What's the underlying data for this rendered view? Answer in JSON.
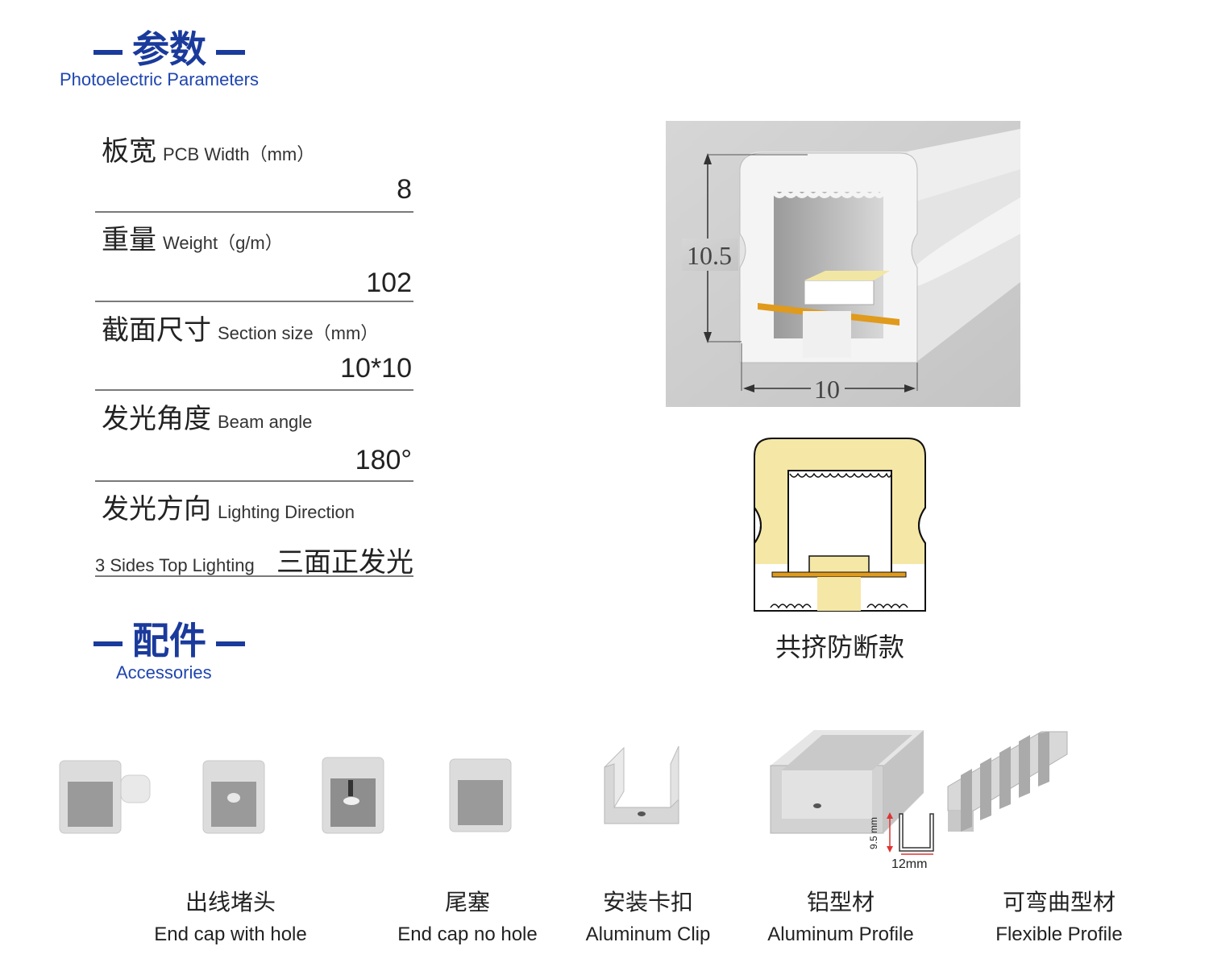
{
  "params_header": {
    "title": "参数",
    "subtitle": "Photoelectric Parameters"
  },
  "params": [
    {
      "cn": "板宽",
      "en": "PCB Width（mm）",
      "value": "8"
    },
    {
      "cn": "重量",
      "en": "Weight（g/m）",
      "value": "102"
    },
    {
      "cn": "截面尺寸",
      "en": "Section size（mm）",
      "value": "10*10"
    },
    {
      "cn": "发光角度",
      "en": "Beam angle",
      "value": "180°"
    },
    {
      "cn": "发光方向",
      "en": "Lighting Direction",
      "value_en": "3 Sides Top Lighting",
      "value_cn": "三面正发光"
    }
  ],
  "section_drawing": {
    "height_label": "10.5",
    "width_label": "10"
  },
  "coextrusion": {
    "caption": "共挤防断款"
  },
  "accessories_header": {
    "title": "配件",
    "subtitle": "Accessories"
  },
  "accessories": [
    {
      "cn": "出线堵头",
      "en": "End cap with hole"
    },
    {
      "cn": "尾塞",
      "en": "End cap no hole"
    },
    {
      "cn": "安装卡扣",
      "en": "Aluminum Clip"
    },
    {
      "cn": "铝型材",
      "en": "Aluminum Profile"
    },
    {
      "cn": "可弯曲型材",
      "en": "Flexible Profile"
    }
  ],
  "profile_dims": {
    "height": "9.5 mm",
    "width": "12mm"
  },
  "colors": {
    "brand_blue": "#1a3a9c",
    "led_yellow": "#f5e7a6",
    "pcb_orange": "#e09a1c"
  }
}
